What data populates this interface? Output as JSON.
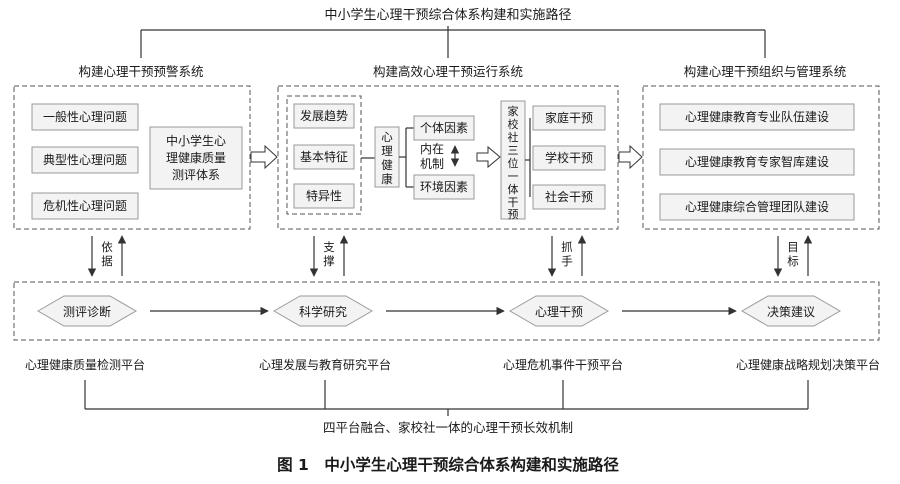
{
  "top_title": "中小学生心理干预综合体系构建和实施路径",
  "systems": {
    "warning": "构建心理干预预警系统",
    "operation": "构建高效心理干预运行系统",
    "management": "构建心理干预组织与管理系统"
  },
  "warning": {
    "items": [
      "一般性心理问题",
      "典型性心理问题",
      "危机性心理问题"
    ],
    "eval_lines": [
      "中小学生心",
      "理健康质量",
      "测评体系"
    ]
  },
  "operation": {
    "traits": [
      "发展趋势",
      "基本特征",
      "特异性"
    ],
    "health": [
      "心",
      "理",
      "健",
      "康"
    ],
    "factor_top": "个体因素",
    "mechanism": [
      "内在",
      "机制"
    ],
    "factor_bottom": "环境因素",
    "coop": [
      "家",
      "校",
      "社",
      "三",
      "位",
      "一",
      "体",
      "干",
      "预"
    ],
    "interventions": [
      "家庭干预",
      "学校干预",
      "社会干预"
    ]
  },
  "management": {
    "items": [
      "心理健康教育专业队伍建设",
      "心理健康教育专家智库建设",
      "心理健康综合管理团队建设"
    ]
  },
  "links": {
    "basis": [
      "依",
      "据"
    ],
    "support": [
      "支",
      "撑"
    ],
    "grip": [
      "抓",
      "手"
    ],
    "target": [
      "目",
      "标"
    ]
  },
  "flow": [
    "测评诊断",
    "科学研究",
    "心理干预",
    "决策建议"
  ],
  "platforms": [
    "心理健康质量检测平台",
    "心理发展与教育研究平台",
    "心理危机事件干预平台",
    "心理健康战略规划决策平台"
  ],
  "bottom_title": "四平台融合、家校社一体的心理干预长效机制",
  "caption": "图 1　中小学生心理干预综合体系构建和实施路径"
}
